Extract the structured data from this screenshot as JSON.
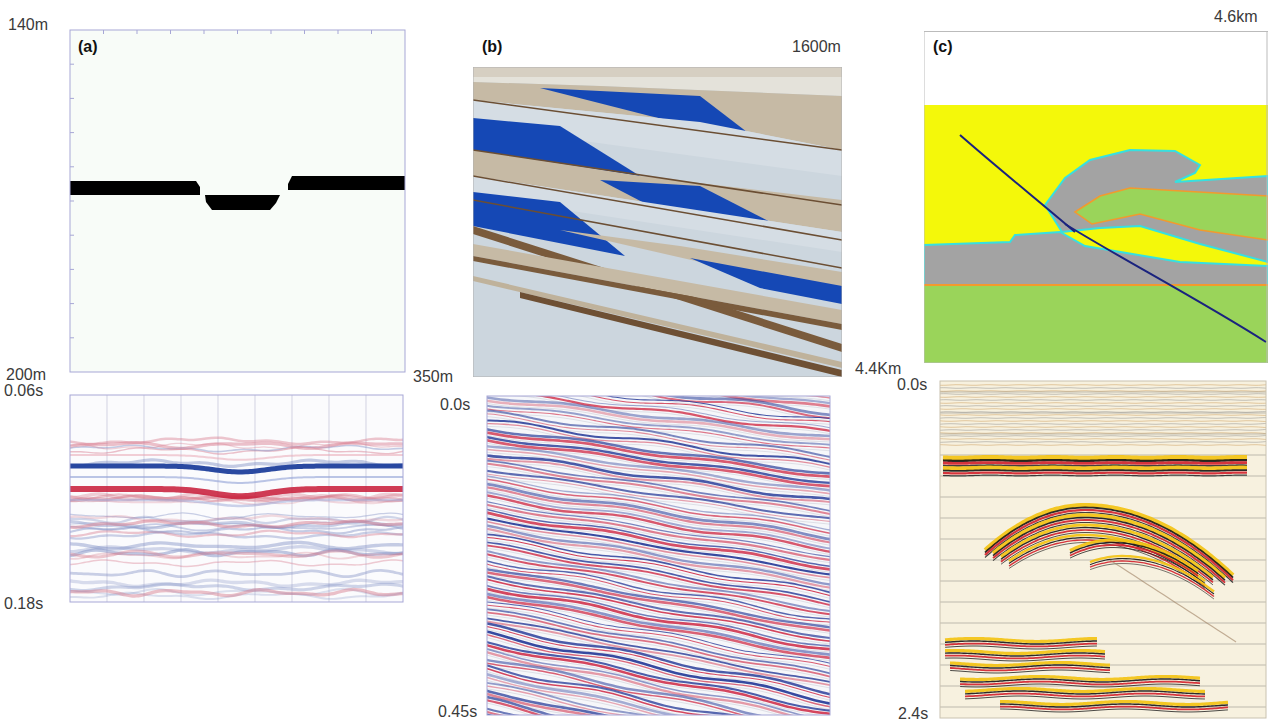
{
  "diagram": {
    "labels": [
      "140m",
      "(a)",
      "200m",
      "0.06s",
      "0.18s",
      "(b)",
      "1600m",
      "350m",
      "0.0s",
      "0.45s",
      "(c)",
      "4.6km",
      "4.4Km",
      "0.0s",
      "2.4s"
    ]
  }
}
